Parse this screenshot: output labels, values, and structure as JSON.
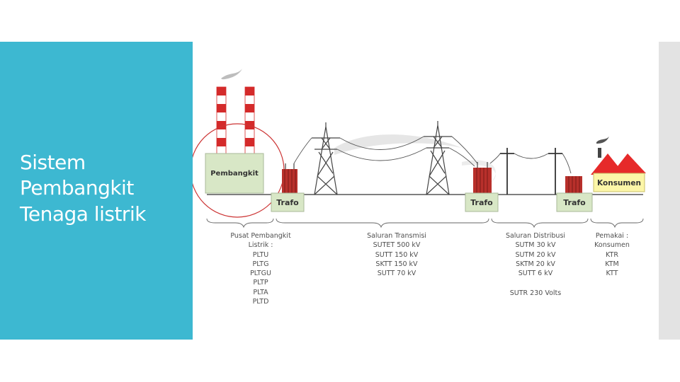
{
  "slide": {
    "title_lines": [
      "Sistem",
      "Pembangkit",
      "Tenaga listrik"
    ]
  },
  "diagram": {
    "boxes": {
      "plant": "Pembangkit",
      "consumer": "Konsumen",
      "trafo_1": "Trafo",
      "trafo_2": "Trafo",
      "trafo_3": "Trafo"
    },
    "groups": {
      "generation": {
        "lines": [
          "Pusat Pembangkit",
          "Listrik :",
          "PLTU",
          "PLTG",
          "PLTGU",
          "PLTP",
          "PLTA",
          "PLTD"
        ]
      },
      "transmission": {
        "lines": [
          "Saluran Transmisi",
          "SUTET 500 kV",
          "SUTT 150 kV",
          "SKTT 150 kV",
          "SUTT 70 kV"
        ]
      },
      "distribution": {
        "lines": [
          "Saluran Distribusi",
          "SUTM 30 kV",
          "SUTM 20 kV",
          "SKTM 20 kV",
          "SUTT 6 kV"
        ],
        "extra": "SUTR 230 Volts"
      },
      "consumers": {
        "lines": [
          "Pemakai :",
          "Konsumen",
          "KTR",
          "KTM",
          "KTT"
        ]
      }
    },
    "colors": {
      "panel": "#3db8d1",
      "box_green": "#d8e7c6",
      "box_yellow": "#fcf6a8",
      "chimney_red": "#d42a2a",
      "trafo_red": "#b8302b",
      "house_red": "#e62a2a",
      "circle": "#cc3333"
    }
  }
}
